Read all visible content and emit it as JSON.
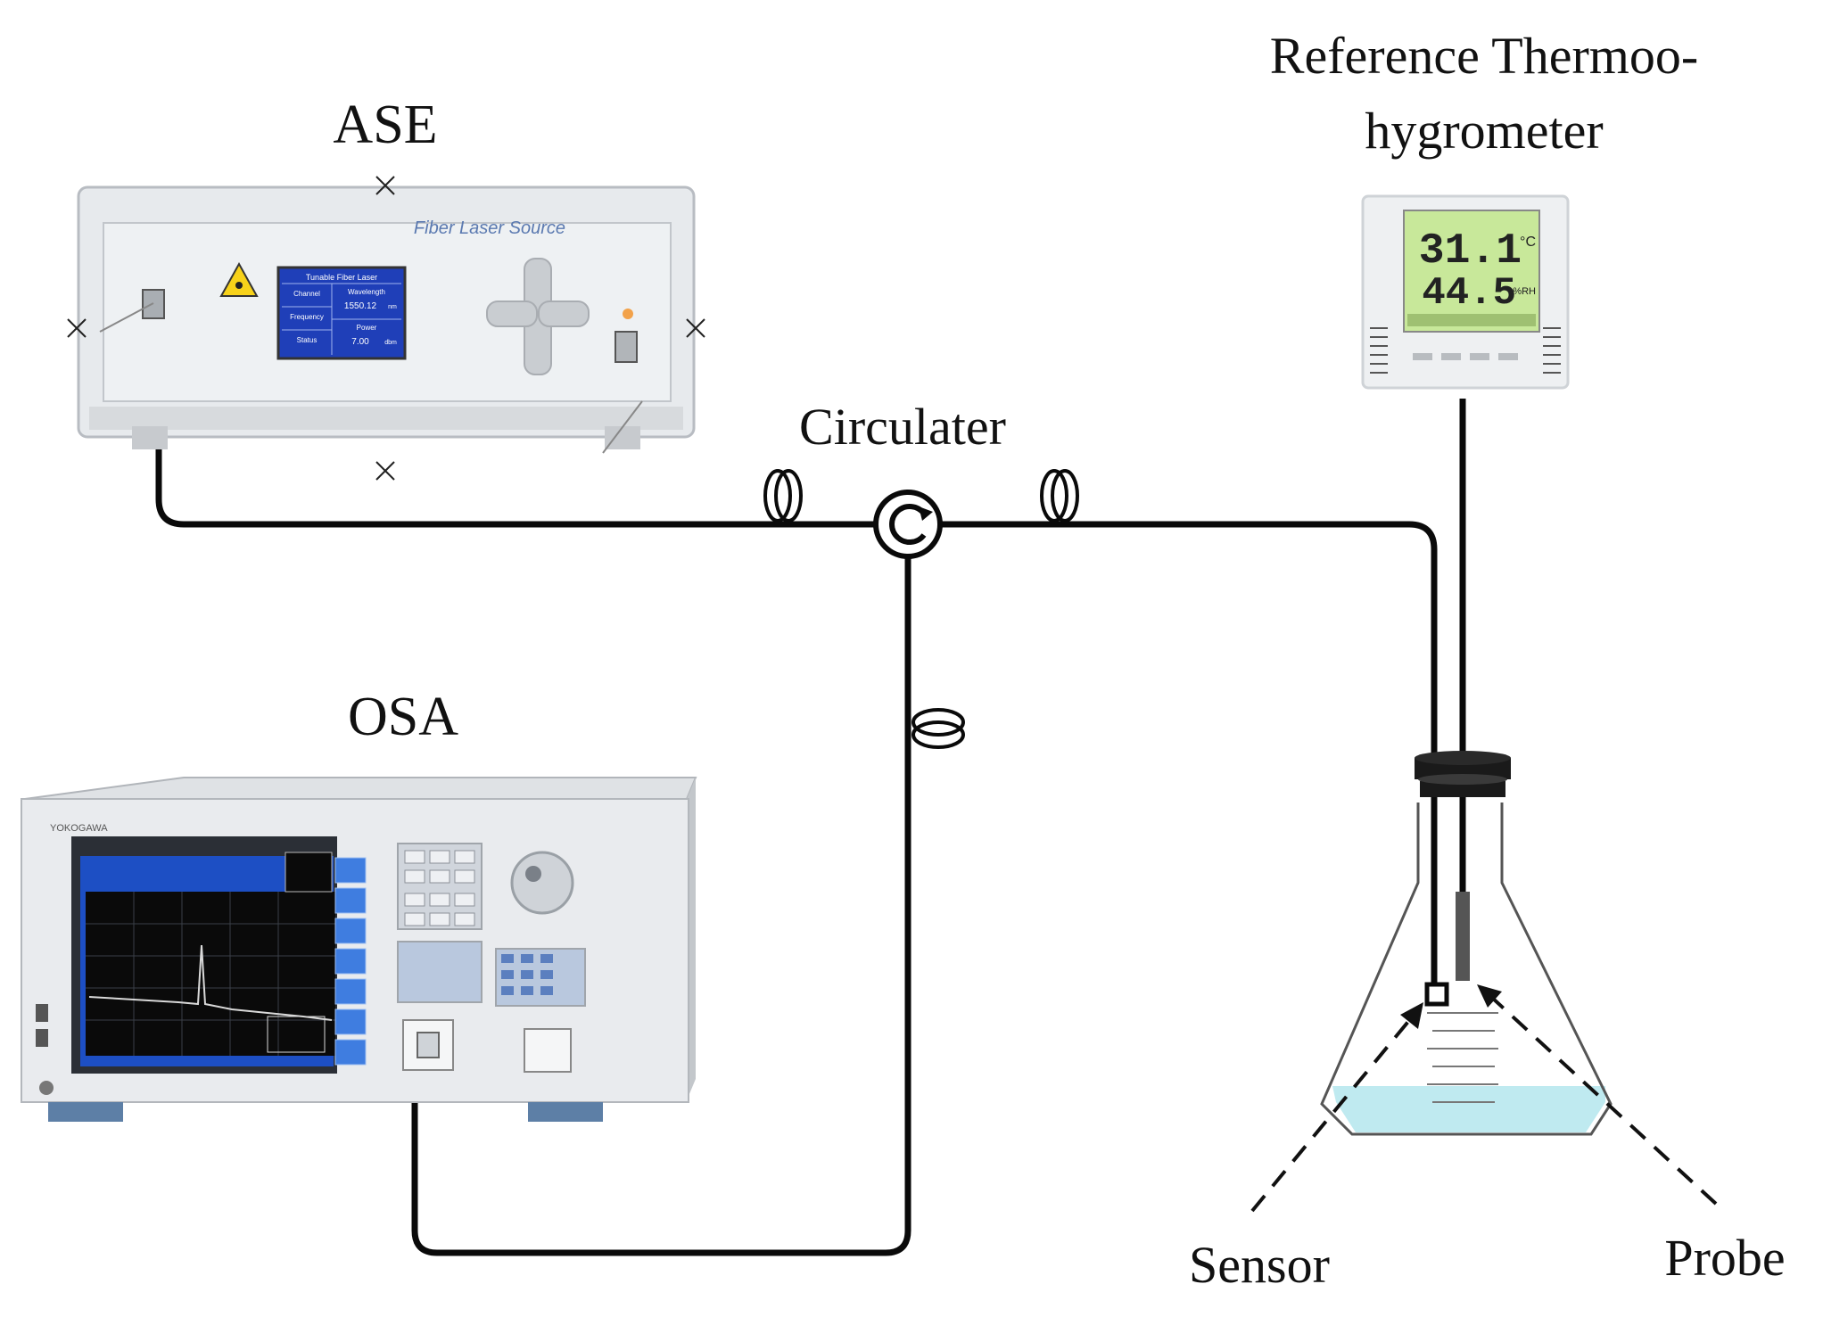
{
  "labels": {
    "ase": "ASE",
    "reference_line1": "Reference Thermoo-",
    "reference_line2": "hygrometer",
    "circulater": "Circulater",
    "osa": "OSA",
    "sensor": "Sensor",
    "probe": "Probe"
  },
  "ase_device": {
    "brand_text": "Fiber Laser Source",
    "screen_title": "Tunable Fiber Laser",
    "screen_cells": [
      "Channel",
      "Wavelength",
      "Frequency",
      "1550.12",
      "Status",
      "Power",
      "7.00"
    ],
    "screen_units": [
      "nm",
      "dbm"
    ]
  },
  "thermohygrometer": {
    "temperature": "31.1",
    "temperature_unit": "°C",
    "humidity": "44.5",
    "humidity_unit": "%RH"
  },
  "osa_device": {
    "brand": "YOKOGAWA"
  },
  "colors": {
    "line": "#0a0a0a",
    "water": "#bfeaf0",
    "ase_screen": "#1f3fb8",
    "lcd": "#c8e89a",
    "osa_panel": "#1d4fc4"
  }
}
